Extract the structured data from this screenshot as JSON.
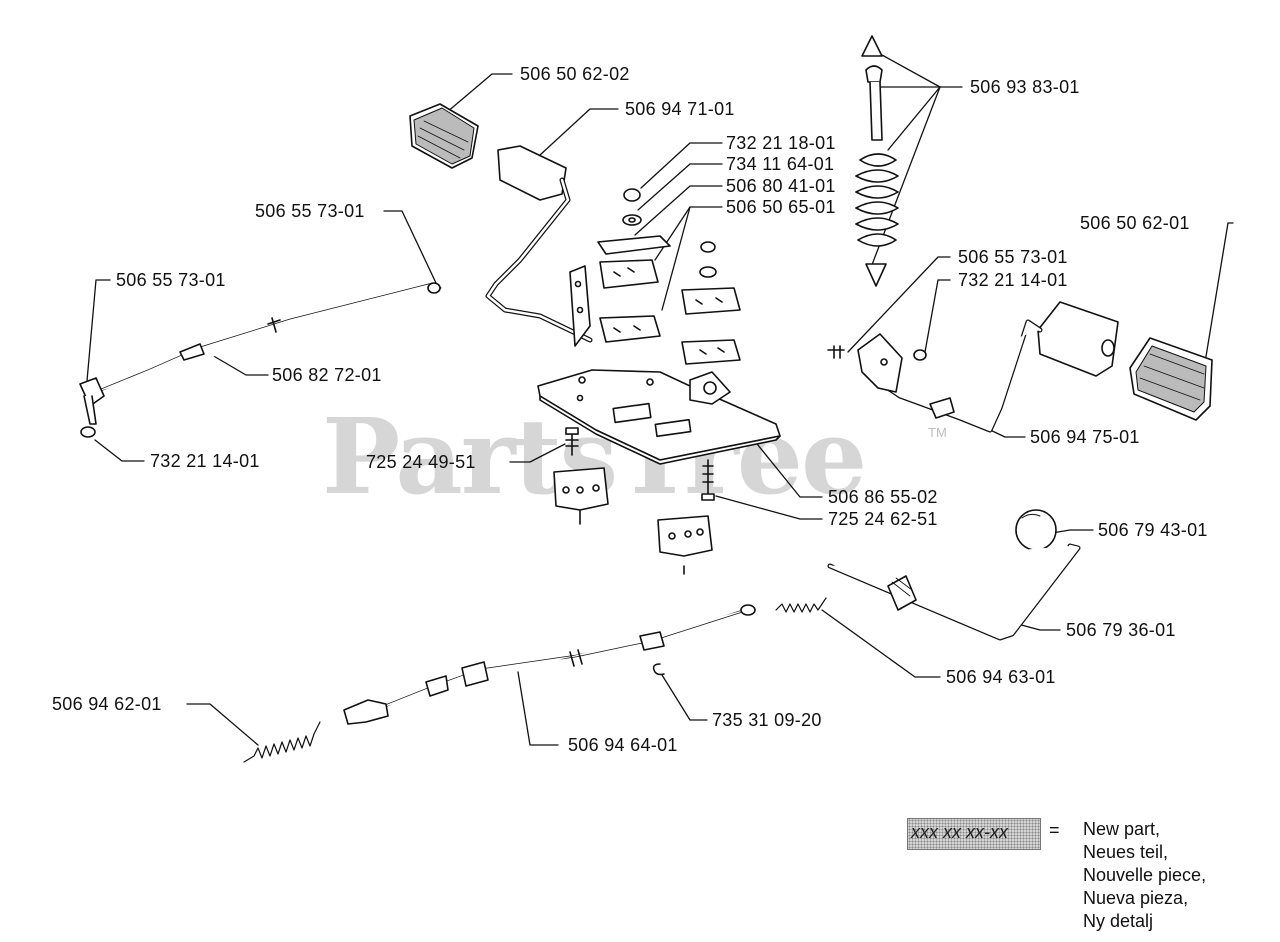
{
  "watermark": "PartsTree",
  "trademark": "TM",
  "part_labels": {
    "p1": "506 50 62-02",
    "p2": "506 94 71-01",
    "p3": "732 21 18-01",
    "p4": "734 11 64-01",
    "p5": "506 80 41-01",
    "p6": "506 50 65-01",
    "p7": "506 93 83-01",
    "p8": "506 55 73-01",
    "p9": "506 55 73-01",
    "p10": "506 82 72-01",
    "p11": "732 21 14-01",
    "p12": "506 50 62-01",
    "p13": "506 55 73-01",
    "p14": "732 21 14-01",
    "p15": "506 94 75-01",
    "p16": "725 24 49-51",
    "p17": "506 86 55-02",
    "p18": "725 24 62-51",
    "p19": "506 79 43-01",
    "p20": "506 79 36-01",
    "p21": "506 94 63-01",
    "p22": "506 94 62-01",
    "p23": "735 31 09-20",
    "p24": "506 94 64-01"
  },
  "legend": {
    "code": "xxx xx xx-xx",
    "equals": "=",
    "lines": [
      "New part,",
      "Neues teil,",
      "Nouvelle piece,",
      "Nueva pieza,",
      "Ny detalj"
    ]
  }
}
